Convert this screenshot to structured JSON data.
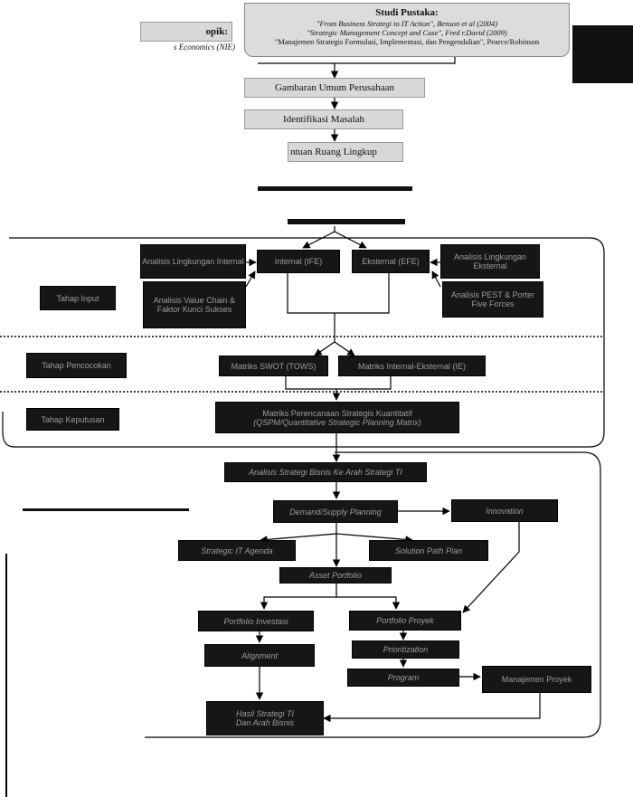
{
  "colors": {
    "dark_box": "#161616",
    "grey_box": "#d8d8d8",
    "line": "#000000",
    "dark_text": "#9c9c9c"
  },
  "top": {
    "topik_label": "opik:",
    "topik_sub": "s Economics (NIE)",
    "studi_title": "Studi Pustaka:",
    "studi_line1": "\"From Business Strategi to IT Action\", Benson et al (2004)",
    "studi_line2": "\"Strategic Management Concept and Case\", Fred r.David (2009)",
    "studi_line3": "\"Manajemen Strategis Formulasi, Implementasi, dan Pengendalian\", Pearce/Robinson",
    "step1": "Gambaran Umum Perusahaan",
    "step2": "Identifikasi Masalah",
    "step3": "ntuan Ruang Lingkup"
  },
  "phase1": {
    "left_label_1": "Tahap Input",
    "left_label_2": "Tahap Pencocokan",
    "left_label_3": "Tahap Keputusan",
    "left_box_top": "Analisis Lingkungan Internal",
    "left_box_bottom": "Analisis Value Chain & Faktor Kunci Sukses",
    "internal": "Internal (IFE)",
    "eksternal": "Eksternal (EFE)",
    "right_box_top": "Analisis Lingkungan Eksternal",
    "right_box_bottom": "Analisis PEST & Porter Five Forces",
    "matrix_swot": "Matriks SWOT (TOWS)",
    "matrix_ie": "Matriks Internal-Eksternal (IE)",
    "qspm_line1": "Matriks Perencanaan Strategis Kuantitatif",
    "qspm_line2": "(QSPM/Quantitative Strategic Planning Matrix)"
  },
  "phase2": {
    "align": "Analisis Strategi Bisnis Ke Arah Strategi TI",
    "demand": "Demand/Supply Planning",
    "innovation": "Innovation",
    "strategic_agenda": "Strategic IT Agenda",
    "solution_plan": "Solution Path Plan",
    "asset": "Asset Portfolio",
    "port_investasi": "Portfolio Investasi",
    "port_proyek": "Portfolio Proyek",
    "alignment": "Alignment",
    "prioritization": "Prioritization",
    "program": "Program",
    "manajemen_proyek": "Manajemen Proyek",
    "hasil_line1": "Hasil Strategi TI",
    "hasil_line2": "Dan Arah Bisnis"
  }
}
